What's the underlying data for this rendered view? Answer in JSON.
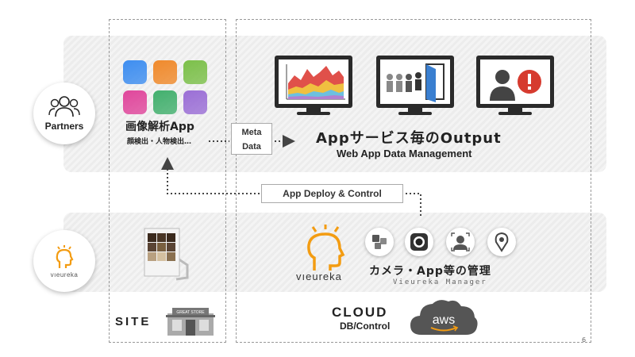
{
  "partners": {
    "label": "Partners",
    "icon": "people-group-icon"
  },
  "vieureka_badge": {
    "brand": "vıeureka"
  },
  "app": {
    "tile_colors": [
      "#3e8ef0",
      "#f08a2c",
      "#7cc04a",
      "#e0479c",
      "#43b06e",
      "#9b6fd6"
    ],
    "title": "画像解析App",
    "subtitle": "顔検出・人物検出…"
  },
  "meta_box": {
    "line1": "Meta",
    "line2": "Data"
  },
  "deploy_box": {
    "label": "App Deploy & Control"
  },
  "output": {
    "title": "Appサービス毎のOutput",
    "subtitle": "Web App Data Management",
    "monitors": [
      "area-chart-icon",
      "people-entry-door-icon",
      "person-alert-icon"
    ]
  },
  "vieureka_manager": {
    "brand": "vıeureka",
    "title": "カメラ・App等の管理",
    "subtitle": "Vieureka Manager",
    "icons": [
      "apps-icon",
      "camera-lens-icon",
      "face-detection-icon",
      "location-pin-icon"
    ]
  },
  "site": {
    "label": "SITE",
    "store_sign": "GREAT STORE"
  },
  "cloud": {
    "label": "CLOUD",
    "sublabel": "DB/Control",
    "aws_label": "aws"
  },
  "page_number": "6",
  "colors": {
    "accent_orange": "#f39c12",
    "alert_red": "#d63b2f",
    "aws_gray": "#555555"
  }
}
